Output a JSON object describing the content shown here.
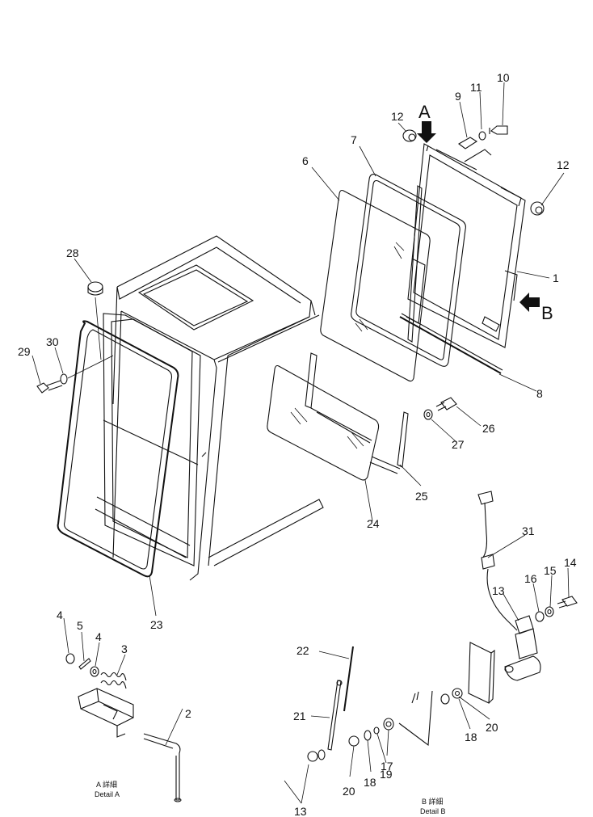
{
  "diagram": {
    "callouts": [
      "1",
      "2",
      "3",
      "4",
      "5",
      "4",
      "6",
      "7",
      "8",
      "9",
      "10",
      "11",
      "12",
      "12",
      "13",
      "14",
      "15",
      "16",
      "17",
      "18",
      "19",
      "20",
      "21",
      "22",
      "23",
      "24",
      "25",
      "26",
      "27",
      "28",
      "29",
      "30",
      "31",
      "13",
      "20",
      "18"
    ],
    "view_markers": [
      "A",
      "B"
    ],
    "captions": {
      "detail_a_ja": "A 詳細",
      "detail_a_en": "Detail A",
      "detail_b_ja": "B 詳細",
      "detail_b_en": "Detail B"
    }
  }
}
